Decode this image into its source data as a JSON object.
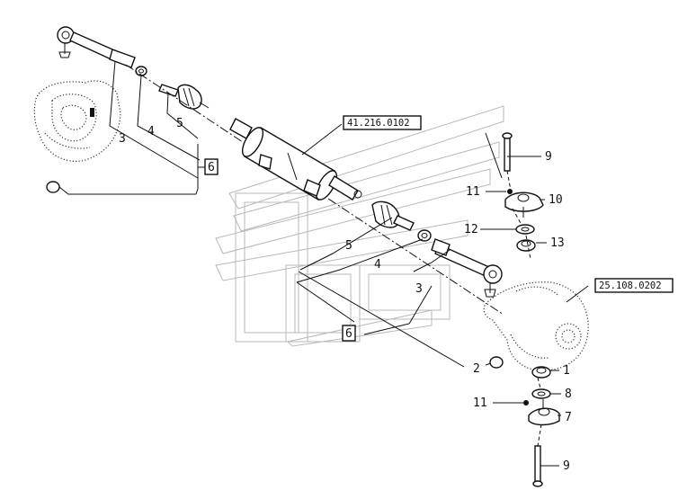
{
  "refs": {
    "steering_cylinder": "41.216.0102",
    "axle_housing": "25.108.0202"
  },
  "labels": {
    "left_3": "3",
    "left_4": "4",
    "left_5": "5",
    "left_6": "6",
    "mid_5": "5",
    "mid_4": "4",
    "mid_3": "3",
    "mid_6": "6",
    "right_9_top": "9",
    "right_11_top": "11",
    "right_10": "10",
    "right_12": "12",
    "right_13": "13",
    "bot_2": "2",
    "bot_1": "1",
    "bot_11": "11",
    "bot_8": "8",
    "bot_7": "7",
    "bot_9": "9"
  }
}
